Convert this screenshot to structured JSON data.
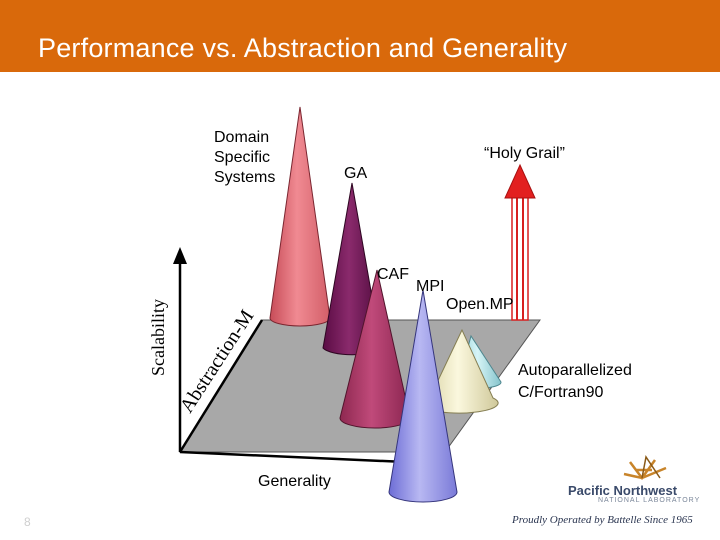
{
  "slide": {
    "title": "Performance vs. Abstraction and Generality",
    "number": "8"
  },
  "labels": {
    "domain_specific": "Domain Specific Systems",
    "ga": "GA",
    "holy_grail": "“Holy Grail”",
    "caf": "CAF",
    "mpi": "MPI",
    "openmp": "Open.MP",
    "autoparallelized_line1": "Autoparallelized",
    "autoparallelized_line2": "C/Fortran90"
  },
  "axes": {
    "vertical": "Scalability",
    "depth": "Abstraction-M",
    "horizontal": "Generality"
  },
  "footer": {
    "org_name": "Pacific Northwest",
    "org_sub": "NATIONAL LABORATORY",
    "tagline": "Proudly Operated by Battelle Since 1965"
  },
  "colors": {
    "banner": "#d9690b",
    "floor": "#a8a8a8",
    "cone_domain": "#f07a82",
    "cone_ga": "#7a1a5a",
    "cone_caf": "#b33d6d",
    "cone_mpi": "#a7a7ec",
    "cone_openmp": "#f7f3cf",
    "cone_auto": "#c9eef2",
    "holy_grail_arrow": "#e22020"
  }
}
